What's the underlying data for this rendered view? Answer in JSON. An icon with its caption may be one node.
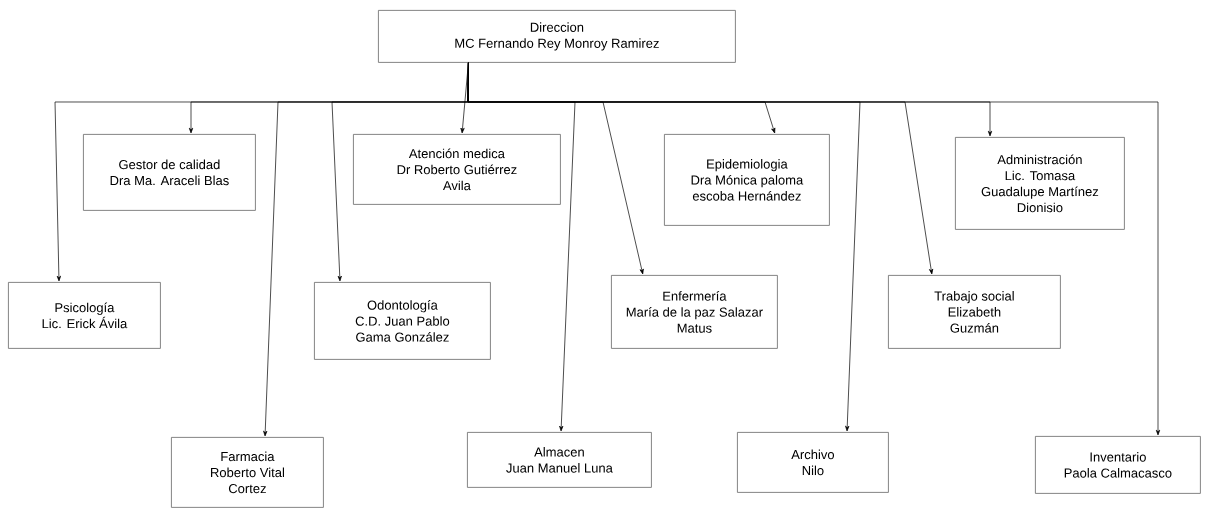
{
  "diagram": {
    "nodes": [
      {
        "text": [
          "Direccion",
          "MC Fernando Rey Monroy Ramirez"
        ]
      },
      {
        "text": [
          "Gestor de calidad",
          "Dra Ma. Araceli Blas"
        ]
      },
      {
        "text": [
          "Atención medica",
          "Dr Roberto Gutiérrez Avila"
        ]
      },
      {
        "text": [
          "Epidemiologia",
          "Dra Mónica paloma escoba Hernández"
        ]
      },
      {
        "text": [
          "Administración",
          "Lic. Tomasa Guadalupe Martínez Dionisio"
        ]
      },
      {
        "text": [
          "Psicología",
          "Lic. Erick Ávila"
        ]
      },
      {
        "text": [
          "Odontología",
          "C.D. Juan Pablo Gama González"
        ]
      },
      {
        "text": [
          "Enfermería",
          "María de la paz Salazar Matus"
        ]
      },
      {
        "text": [
          "Trabajo social",
          "Elizabeth Guzmán"
        ]
      },
      {
        "text": [
          "Farmacia",
          "Roberto Vital Cortez"
        ]
      },
      {
        "text": [
          "Almacen",
          "Juan Manuel Luna"
        ]
      },
      {
        "text": [
          "Archivo",
          "Nilo"
        ]
      },
      {
        "text": [
          "Inventario",
          "Paola Calmacasco"
        ]
      }
    ],
    "edges": [
      {
        "from": 0,
        "to": 2,
        "arrow": "to"
      },
      {
        "from": 0,
        "to": 1,
        "arrow": "to"
      },
      {
        "from": 0,
        "to": 3,
        "arrow": "to"
      },
      {
        "from": 0,
        "to": 4,
        "arrow": "to"
      },
      {
        "from": 0,
        "to": 5,
        "arrow": "to"
      },
      {
        "from": 0,
        "to": 6,
        "arrow": "to"
      },
      {
        "from": 0,
        "to": 7,
        "arrow": "to"
      },
      {
        "from": 0,
        "to": 8,
        "arrow": "to"
      },
      {
        "from": 0,
        "to": 9,
        "arrow": "to"
      },
      {
        "from": 0,
        "to": 10,
        "arrow": "to"
      },
      {
        "from": 0,
        "to": 11,
        "arrow": "to"
      },
      {
        "from": 0,
        "to": 12,
        "arrow": "to"
      }
    ]
  }
}
